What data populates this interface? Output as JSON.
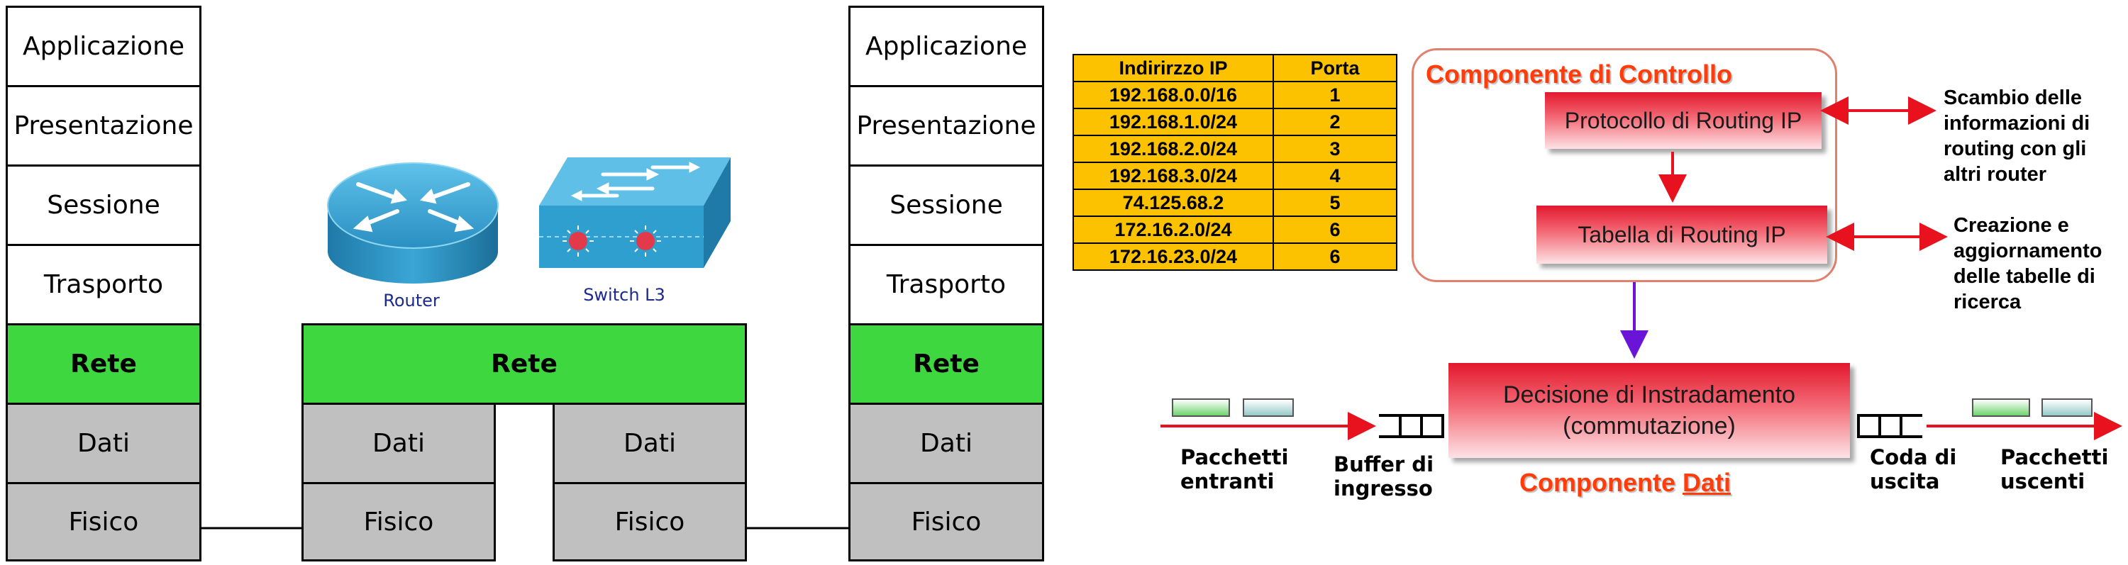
{
  "left_stack": [
    "Applicazione",
    "Presentazione",
    "Sessione",
    "Trasporto",
    "Rete",
    "Dati",
    "Fisico"
  ],
  "right_stack": [
    "Applicazione",
    "Presentazione",
    "Sessione",
    "Trasporto",
    "Rete",
    "Dati",
    "Fisico"
  ],
  "middle": {
    "rete": "Rete",
    "dati_left": "Dati",
    "dati_right": "Dati",
    "fisico_left": "Fisico",
    "fisico_right": "Fisico",
    "router_label": "Router",
    "switch_label": "Switch L3"
  },
  "routing_table": {
    "headers": [
      "Indirirzzo IP",
      "Porta"
    ],
    "rows": [
      [
        "192.168.0.0/16",
        "1"
      ],
      [
        "192.168.1.0/24",
        "2"
      ],
      [
        "192.168.2.0/24",
        "3"
      ],
      [
        "192.168.3.0/24",
        "4"
      ],
      [
        "74.125.68.2",
        "5"
      ],
      [
        "172.16.2.0/24",
        "6"
      ],
      [
        "172.16.23.0/24",
        "6"
      ]
    ]
  },
  "control": {
    "title": "Componente di Controllo",
    "protocol_box": "Protocollo di Routing IP",
    "table_box": "Tabella di Routing IP",
    "note_exchange": "Scambio delle informazioni di routing con gli altri router",
    "note_creation": "Creazione e aggiornamento delle tabelle di ricerca"
  },
  "data_plane": {
    "decision_line1": "Decisione di Instradamento",
    "decision_line2": "(commutazione)",
    "title_prefix": "Componente ",
    "title_word": "Dati",
    "incoming": "Pacchetti entranti",
    "input_buffer": "Buffer di ingresso",
    "output_queue": "Coda di uscita",
    "outgoing": "Pacchetti uscenti"
  },
  "colors": {
    "network_layer": "#3fd73f",
    "lower_layers": "#c0c0c0",
    "table_fill": "#fcc200",
    "accent_red": "#ff3c0a",
    "arrow_red": "#e8121e",
    "arrow_purple": "#6a14d8",
    "device_blue": "#2f9fd0"
  }
}
